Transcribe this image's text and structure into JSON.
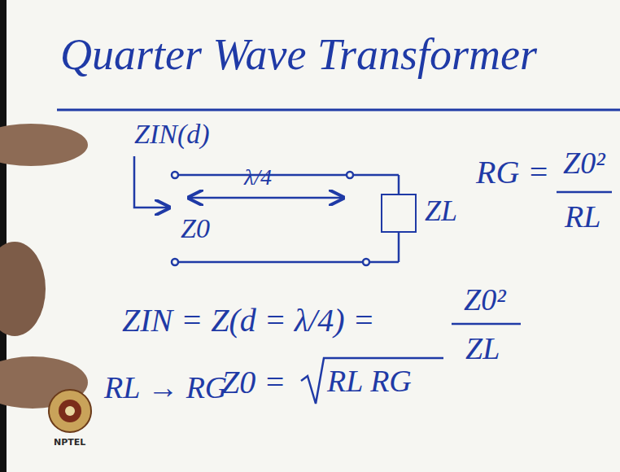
{
  "diagram": {
    "title": "Quarter Wave Transformer",
    "nodes": [
      {
        "text": [
          "ZL"
        ]
      }
    ],
    "labels": [
      "ZIN(d)",
      "λ/4",
      "Z0",
      "RG =",
      "Z0²",
      "RL",
      "ZIN = Z(d = λ/4) =",
      "Z0²",
      "ZL",
      "RL → RG",
      "Z0 =",
      "RL RG",
      "NPTEL"
    ]
  }
}
